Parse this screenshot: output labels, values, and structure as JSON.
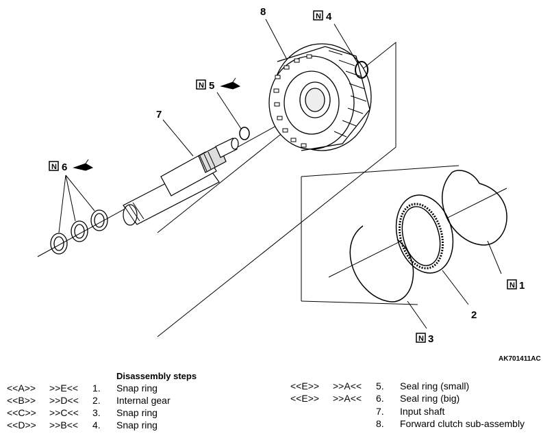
{
  "figure_code": "AK701411AC",
  "part_numbers": [
    "1",
    "2",
    "3",
    "4",
    "5",
    "6",
    "7",
    "8"
  ],
  "n_marker": "N",
  "steps_heading": "Disassembly steps",
  "steps": [
    {
      "a": "<<A>>",
      "b": ">>E<<",
      "num": "1.",
      "name": "Snap ring"
    },
    {
      "a": "<<B>>",
      "b": ">>D<<",
      "num": "2.",
      "name": "Internal gear"
    },
    {
      "a": "<<C>>",
      "b": ">>C<<",
      "num": "3.",
      "name": "Snap ring"
    },
    {
      "a": "<<D>>",
      "b": ">>B<<",
      "num": "4.",
      "name": "Snap ring"
    },
    {
      "a": "<<E>>",
      "b": ">>A<<",
      "num": "5.",
      "name": "Seal ring (small)"
    },
    {
      "a": "<<E>>",
      "b": ">>A<<",
      "num": "6.",
      "name": "Seal ring (big)"
    },
    {
      "a": "",
      "b": "",
      "num": "7.",
      "name": "Input shaft"
    },
    {
      "a": "",
      "b": "",
      "num": "8.",
      "name": "Forward clutch sub-assembly"
    }
  ]
}
